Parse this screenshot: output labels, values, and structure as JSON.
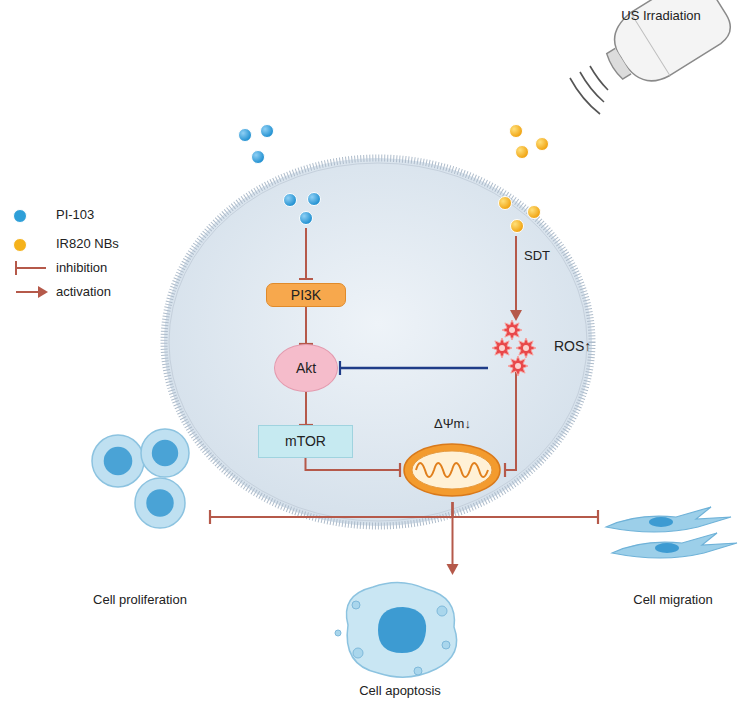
{
  "diagram": {
    "nodes": [
      {
        "text": [
          "PI3K"
        ]
      },
      {
        "text": [
          "Akt"
        ]
      },
      {
        "text": [
          "mTOR"
        ]
      },
      {
        "text": [
          "ROS↑"
        ]
      },
      {
        "text": [
          "ΔΨm↓"
        ]
      },
      {
        "text": [
          "Cell proliferation"
        ]
      },
      {
        "text": [
          "Cell apoptosis"
        ]
      },
      {
        "text": [
          "Cell migration"
        ]
      }
    ],
    "edges": [
      {
        "from": 0,
        "to": 1,
        "arrow": "to"
      },
      {
        "from": 1,
        "to": 2,
        "arrow": "to"
      },
      {
        "from": 2,
        "to": 4,
        "arrow": "to"
      },
      {
        "from": 3,
        "to": 1,
        "arrow": "to"
      },
      {
        "from": 3,
        "to": 4,
        "arrow": "to"
      },
      {
        "from": 4,
        "to": 6,
        "arrow": "to"
      },
      {
        "from": 4,
        "to": 5,
        "arrow": "to"
      },
      {
        "from": 4,
        "to": 7,
        "arrow": "to"
      }
    ],
    "labels": [
      "US Irradiation",
      "SDT"
    ],
    "legend": [
      {
        "text": "PI-103",
        "color": "#2e9fd8"
      },
      {
        "text": "IR820 NBs",
        "color": "#f5b21b"
      },
      {
        "text": "inhibition"
      },
      {
        "text": "activation"
      }
    ]
  }
}
